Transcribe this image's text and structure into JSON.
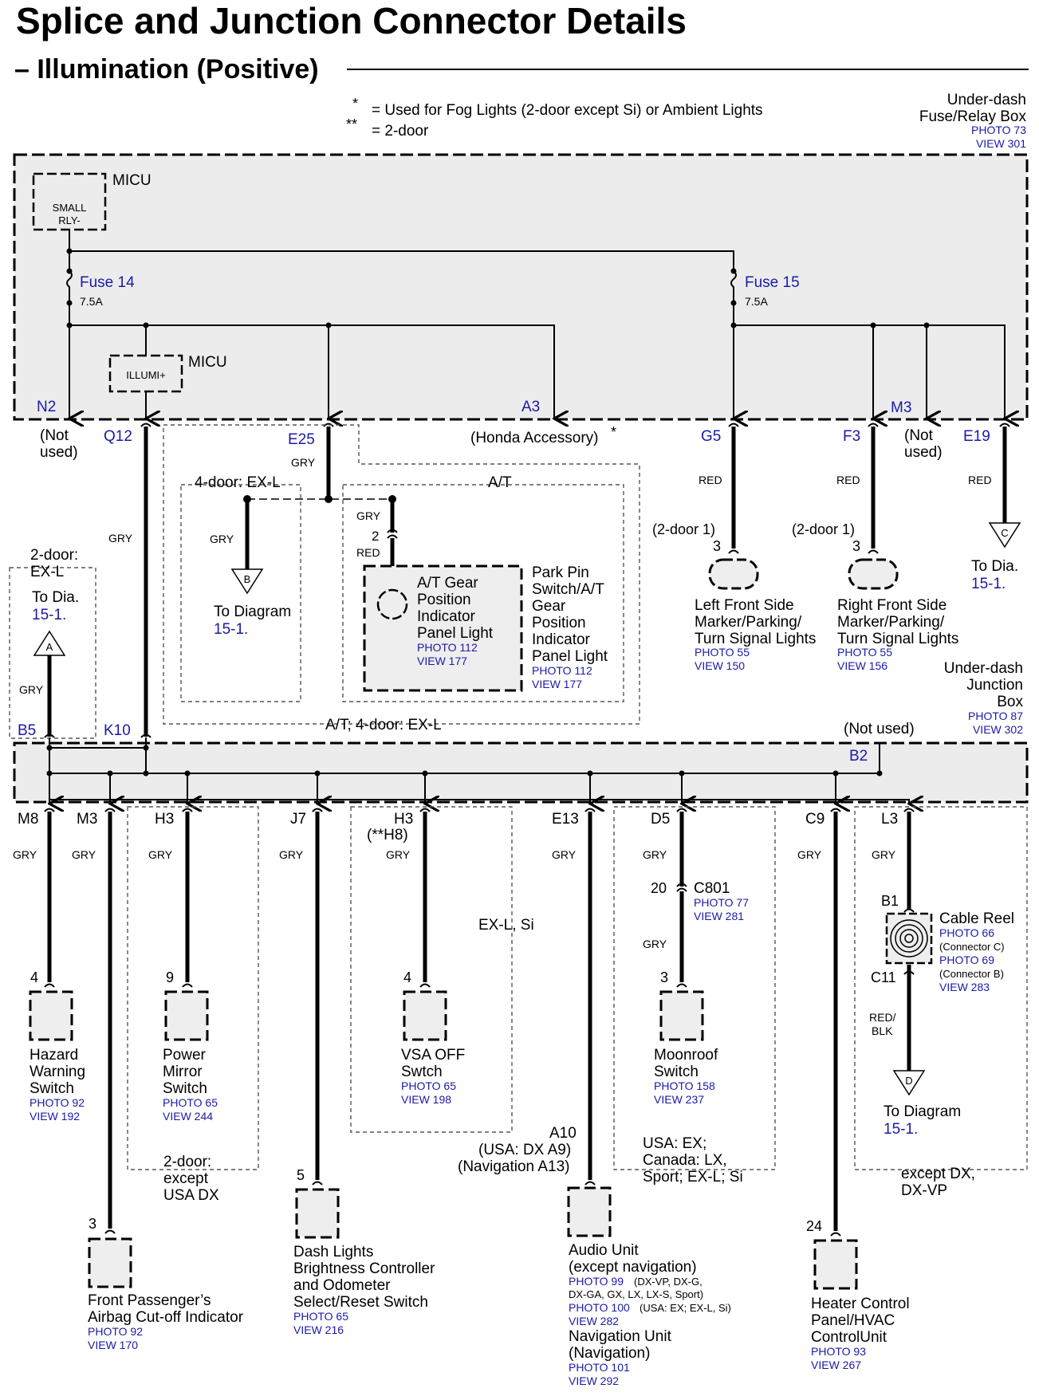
{
  "title": "Splice and Junction Connector Details",
  "subtitle": "– Illumination (Positive)",
  "notes": {
    "star_sym": "*",
    "star_text": "= Used for Fog Lights (2-door except Si) or Ambient Lights",
    "dstar_sym": "**",
    "dstar_text": "= 2-door"
  },
  "fuse_box": {
    "line1": "Under-dash",
    "line2": "Fuse/Relay Box",
    "photo": "PHOTO 73",
    "view": "VIEW 301"
  },
  "micu1": {
    "label": "MICU",
    "line1": "SMALL",
    "line2": "RLY-"
  },
  "micu2": {
    "label": "MICU",
    "text": "ILLUMI+"
  },
  "fuse14": {
    "name": "Fuse 14",
    "rating": "7.5A"
  },
  "fuse15": {
    "name": "Fuse 15",
    "rating": "7.5A"
  },
  "top_terms": {
    "n2": "N2",
    "n2_note1": "(Not",
    "n2_note2": "used)",
    "q12": "Q12",
    "e25": "E25",
    "a3": "A3",
    "a3_note": "(Honda Accessory)",
    "a3_star": "*",
    "g5": "G5",
    "f3": "F3",
    "m3": "M3",
    "m3_note1": "(Not",
    "m3_note2": "used)",
    "e19": "E19"
  },
  "wire_colors": {
    "gry": "GRY",
    "red": "RED",
    "redblk1": "RED/",
    "redblk2": "BLK"
  },
  "at_section": {
    "door4": "4-door: EX-L",
    "at": "A/T",
    "bottom": "A/T; 4-door: EX-L",
    "pin2": "2",
    "to_diag1": "To Diagram",
    "to_diag2": "15-1.",
    "b_letter": "B",
    "gear_l1": "A/T Gear",
    "gear_l2": "Position",
    "gear_l3": "Indicator",
    "gear_l4": "Panel Light",
    "gear_photo": "PHOTO 112",
    "gear_view": "VIEW 177",
    "park_l1": "Park Pin",
    "park_l2": "Switch/A/T",
    "park_l3": "Gear",
    "park_l4": "Position",
    "park_l5": "Indicator",
    "park_l6": "Panel Light",
    "park_photo": "PHOTO 112",
    "park_view": "VIEW 177"
  },
  "left_marker": {
    "note": "(2-door 1)",
    "pin": "3",
    "l1": "Left Front Side",
    "l2": "Marker/Parking/",
    "l3": "Turn Signal Lights",
    "photo": "PHOTO 55",
    "view": "VIEW 150"
  },
  "right_marker": {
    "note": "(2-door 1)",
    "pin": "3",
    "l1": "Right Front Side",
    "l2": "Marker/Parking/",
    "l3": "Turn Signal Lights",
    "photo": "PHOTO 55",
    "view": "VIEW 156"
  },
  "to_c": {
    "letter": "C",
    "l1": "To Dia.",
    "l2": "15-1."
  },
  "to_a": {
    "letter": "A",
    "l0a": "2-door:",
    "l0b": "EX-L",
    "l1": "To Dia.",
    "l2": "15-1."
  },
  "junction_box": {
    "l1": "Under-dash",
    "l2": "Junction",
    "l3": "Box",
    "photo": "PHOTO 87",
    "view": "VIEW 302",
    "not_used": "(Not used)"
  },
  "mid_terms": {
    "b5": "B5",
    "k10": "K10",
    "b2": "B2"
  },
  "bottom_terms": {
    "m8": "M8",
    "m3": "M3",
    "h3a": "H3",
    "j7": "J7",
    "h3b": "H3",
    "h8": "(**H8)",
    "e13": "E13",
    "d5": "D5",
    "c9": "C9",
    "l3": "L3"
  },
  "components": {
    "hazard": {
      "pin": "4",
      "l1": "Hazard",
      "l2": "Warning",
      "l3": "Switch",
      "photo": "PHOTO 92",
      "view": "VIEW 192"
    },
    "airbag": {
      "pin": "3",
      "l1": "Front Passenger’s",
      "l2": "Airbag Cut-off Indicator",
      "photo": "PHOTO 92",
      "view": "VIEW 170"
    },
    "mirror": {
      "pin": "9",
      "l1": "Power",
      "l2": "Mirror",
      "l3": "Switch",
      "photo": "PHOTO 65",
      "view": "VIEW 244",
      "cond1": "2-door:",
      "cond2": "except",
      "cond3": "USA DX"
    },
    "dash": {
      "pin": "5",
      "l1": "Dash Lights",
      "l2": "Brightness Controller",
      "l3": "and Odometer",
      "l4": "Select/Reset Switch",
      "photo": "PHOTO 65",
      "view": "VIEW 216"
    },
    "vsa": {
      "pin": "4",
      "l1": "VSA OFF",
      "l2": "Swtch",
      "photo": "PHOTO 65",
      "view": "VIEW 198",
      "cond": "EX-L, Si"
    },
    "audio": {
      "pin1": "A10",
      "pin2": "(USA: DX A9)",
      "pin3": "(Navigation A13)",
      "l1": "Audio Unit",
      "l2": "(except navigation)",
      "p1": "PHOTO 99",
      "p1n": "(DX-VP, DX-G,",
      "p1n2": "DX-GA, GX, LX, LX-S, Sport)",
      "p2": "PHOTO 100",
      "p2n": "(USA: EX; EX-L, Si)",
      "v1": "VIEW 282",
      "l3": "Navigation Unit",
      "l4": "(Navigation)",
      "p3": "PHOTO 101",
      "v2": "VIEW 292"
    },
    "moonroof": {
      "pin_c": "20",
      "conn": "C801",
      "c_photo": "PHOTO 77",
      "c_view": "VIEW 281",
      "pin": "3",
      "l1": "Moonroof",
      "l2": "Switch",
      "photo": "PHOTO 158",
      "view": "VIEW 237",
      "cond1": "USA: EX;",
      "cond2": "Canada: LX,",
      "cond3": "Sport; EX-L; Si"
    },
    "heater": {
      "pin": "24",
      "l1": "Heater Control",
      "l2": "Panel/HVAC",
      "l3": "ControlUnit",
      "photo": "PHOTO 93",
      "view": "VIEW 267"
    },
    "cable_reel": {
      "b1": "B1",
      "c11": "C11",
      "l1": "Cable Reel",
      "p1": "PHOTO 66",
      "n1": "(Connector C)",
      "p2": "PHOTO 69",
      "n2": "(Connector B)",
      "view": "VIEW 283",
      "cond1": "except DX,",
      "cond2": "DX-VP"
    },
    "to_d": {
      "letter": "D",
      "l1": "To Diagram",
      "l2": "15-1."
    }
  }
}
